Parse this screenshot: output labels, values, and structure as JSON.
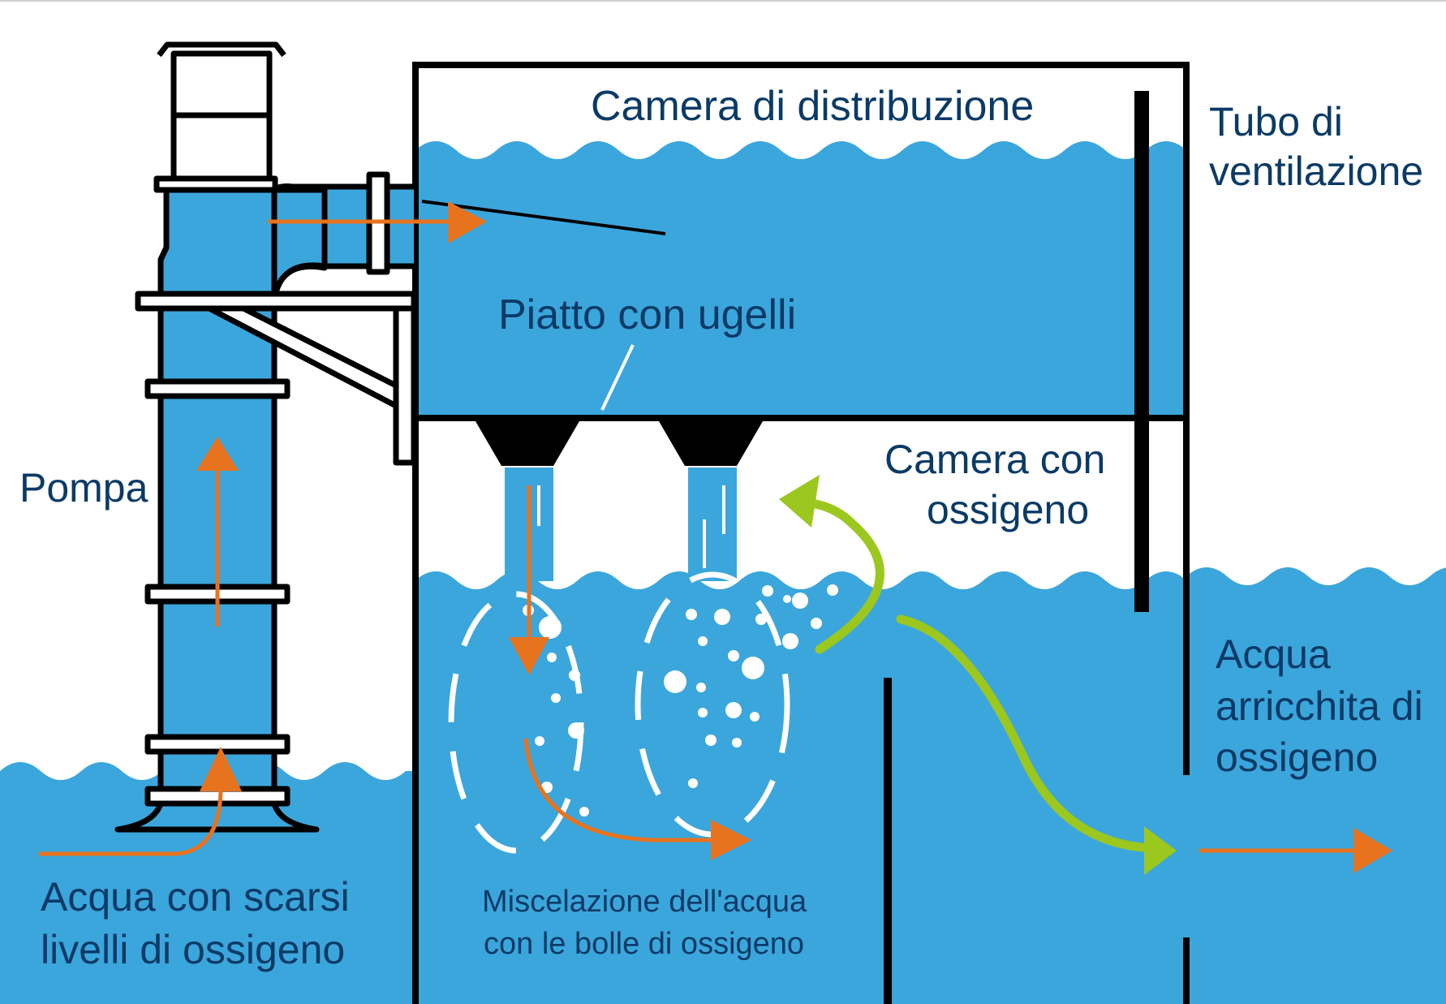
{
  "labels": {
    "distribution_chamber": "Camera di distribuzione",
    "vent_tube_line1": "Tubo di",
    "vent_tube_line2": "ventilazione",
    "nozzle_plate": "Piatto con ugelli",
    "oxygen_chamber_line1": "Camera con",
    "oxygen_chamber_line2": "ossigeno",
    "pump": "Pompa",
    "enriched_water_line1": "Acqua",
    "enriched_water_line2": "arricchita di",
    "enriched_water_line3": "ossigeno",
    "low_oxygen_water_line1": "Acqua con scarsi",
    "low_oxygen_water_line2": "livelli di ossigeno",
    "mixing_line1": "Miscelazione dell'acqua",
    "mixing_line2": "con le bolle di ossigeno"
  },
  "colors": {
    "water": "#3ba6dc",
    "outline": "#000000",
    "flow_arrow": "#e8731e",
    "oxygen_arrow": "#9cc71e",
    "text": "#0b3a66",
    "bubbles": "#ffffff"
  }
}
